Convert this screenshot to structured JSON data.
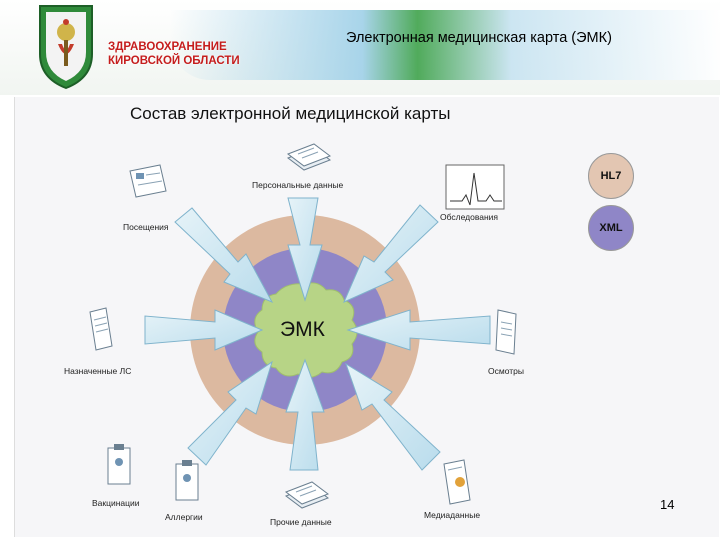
{
  "header": {
    "org_line1": "ЗДРАВООХРАНЕНИЕ",
    "org_line2": "КИРОВСКОЙ ОБЛАСТИ",
    "title": "Электронная медицинская карта (ЭМК)"
  },
  "diagram": {
    "title": "Состав электронной медицинской карты",
    "center": "ЭМК",
    "nodes": [
      {
        "id": "personal",
        "label": "Персональные данные",
        "icon": "document-stack-icon"
      },
      {
        "id": "visits",
        "label": "Посещения",
        "icon": "monitor-card-icon"
      },
      {
        "id": "exams",
        "label": "Обследования",
        "icon": "ecg-chart-icon"
      },
      {
        "id": "prescribed",
        "label": "Назначенные ЛС",
        "icon": "document-icon"
      },
      {
        "id": "checkups",
        "label": "Осмотры",
        "icon": "document-icon"
      },
      {
        "id": "vaccinations",
        "label": "Вакцинации",
        "icon": "clipboard-icon"
      },
      {
        "id": "allergies",
        "label": "Аллергии",
        "icon": "clipboard-icon"
      },
      {
        "id": "other",
        "label": "Прочие данные",
        "icon": "document-stack-icon"
      },
      {
        "id": "media",
        "label": "Медиаданные",
        "icon": "media-document-icon"
      }
    ],
    "formats": [
      {
        "label": "HL7",
        "color": "#e3c6b2"
      },
      {
        "label": "XML",
        "color": "#8f86c7"
      }
    ],
    "colors": {
      "outer_ring": "#dcb9a0",
      "inner_ring": "#8f86c7",
      "center": "#b7d486",
      "arrow": "#cfe7f2"
    }
  },
  "page_number": "14"
}
